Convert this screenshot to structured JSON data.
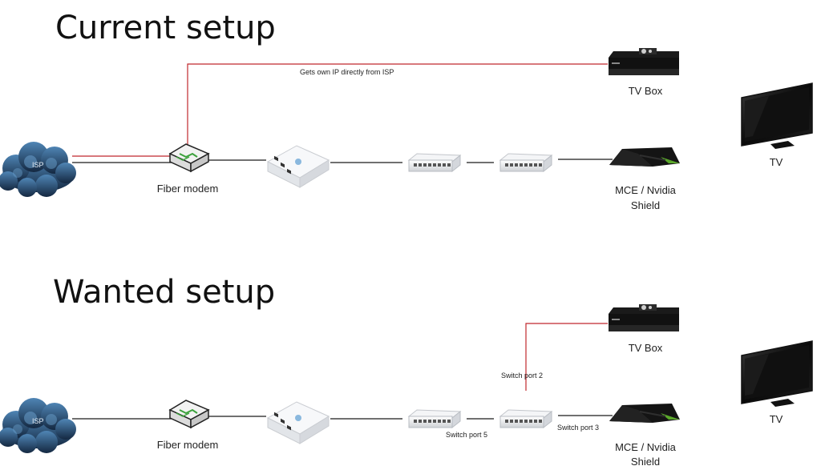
{
  "sections": {
    "current": {
      "title": "Current setup",
      "modem_label": "Fiber modem",
      "isp_label": "ISP",
      "tvbox_label": "TV Box",
      "mce_label_line1": "MCE / Nvidia",
      "mce_label_line2": "Shield",
      "tv_label": "TV",
      "annotation": "Gets own IP directly from ISP"
    },
    "wanted": {
      "title": "Wanted setup",
      "modem_label": "Fiber modem",
      "isp_label": "ISP",
      "tvbox_label": "TV Box",
      "mce_label_line1": "MCE / Nvidia",
      "mce_label_line2": "Shield",
      "tv_label": "TV",
      "port2_label": "Switch port 2",
      "port5_label": "Switch port 5",
      "port3_label": "Switch port 3"
    }
  },
  "colors": {
    "red_link": "#c0282d",
    "black_link": "#1a1a1a",
    "cloud_dark": "#1d3450",
    "cloud_mid": "#3a6a96"
  }
}
